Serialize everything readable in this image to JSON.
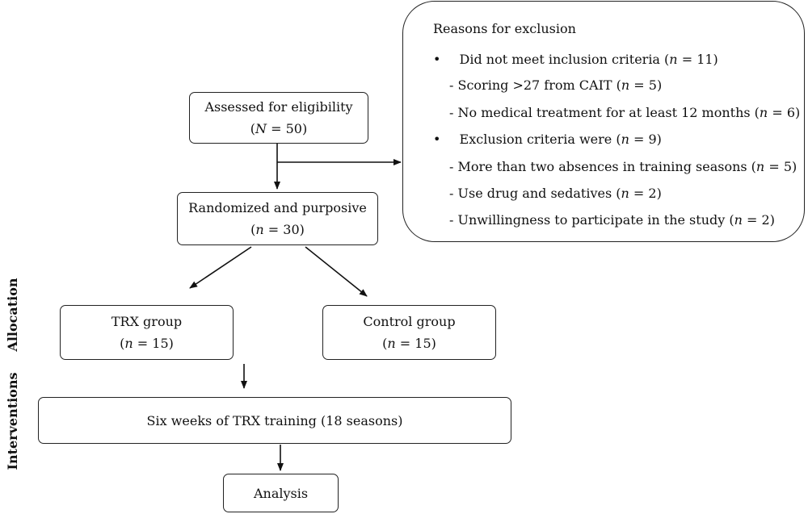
{
  "assessed": {
    "title": "Assessed for eligibility",
    "n_label": "N",
    "n_value": "50"
  },
  "randomized": {
    "title": "Randomized and purposive",
    "n_label": "n",
    "n_value": "30"
  },
  "trx_group": {
    "title": "TRX group",
    "n_label": "n",
    "n_value": "15"
  },
  "control_group": {
    "title": "Control group",
    "n_label": "n",
    "n_value": "15"
  },
  "training": {
    "title": "Six weeks of TRX training (18 seasons)"
  },
  "analysis": {
    "title": "Analysis"
  },
  "exclusion": {
    "heading": "Reasons for exclusion",
    "bullet1": {
      "text": "Did not meet inclusion criteria",
      "n_label": "n",
      "n_value": "11"
    },
    "sub1": {
      "text": "Scoring >27 from CAIT",
      "n_label": "n",
      "n_value": "5"
    },
    "sub2": {
      "text": "No medical treatment for at least 12 months",
      "n_label": "n",
      "n_value": "6"
    },
    "bullet2": {
      "text": "Exclusion criteria were",
      "n_label": "n",
      "n_value": "9"
    },
    "sub3": {
      "text": "More than two absences in training seasons",
      "n_label": "n",
      "n_value": "5"
    },
    "sub4": {
      "text": "Use drug and sedatives",
      "n_label": "n",
      "n_value": "2"
    },
    "sub5": {
      "text": "Unwillingness to participate in the study",
      "n_label": "n",
      "n_value": "2"
    }
  },
  "side_labels": {
    "allocation": "Allocation",
    "interventions": "Interventions"
  }
}
